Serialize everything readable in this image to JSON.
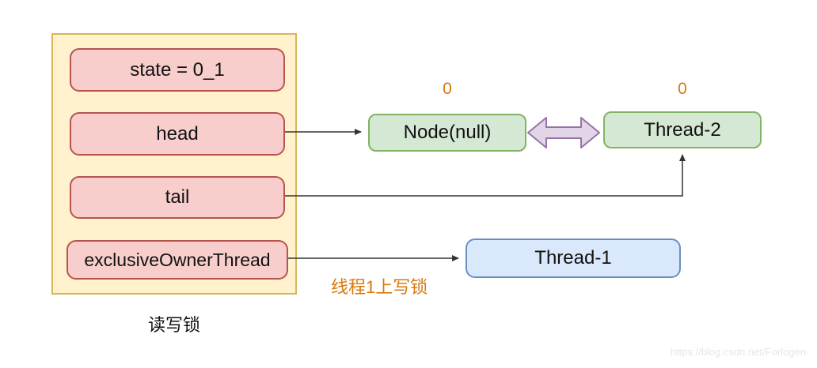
{
  "lock": {
    "label": "读写锁",
    "fields": [
      {
        "label": "state = 0_1"
      },
      {
        "label": "head"
      },
      {
        "label": "tail"
      },
      {
        "label": "exclusiveOwnerThread"
      }
    ]
  },
  "nodes": {
    "node_null": {
      "label": "Node(null)",
      "count": "0"
    },
    "thread2": {
      "label": "Thread-2",
      "count": "0"
    },
    "thread1": {
      "label": "Thread-1"
    }
  },
  "annotation": {
    "write_lock_note": "线程1上写锁"
  },
  "watermark": "https://blog.csdn.net/Forlogen",
  "colors": {
    "container_fill": "#FFF2CC",
    "container_stroke": "#D6B656",
    "field_fill": "#F8CECC",
    "field_stroke": "#B85450",
    "green_fill": "#D5E8D4",
    "green_stroke": "#82B366",
    "blue_fill": "#DAE8FC",
    "blue_stroke": "#6C8EBF",
    "bidirectional_arrow_fill": "#E1D5E7",
    "bidirectional_arrow_stroke": "#9673A6",
    "accent_orange": "#D9770B",
    "arrow_color": "#333333"
  }
}
